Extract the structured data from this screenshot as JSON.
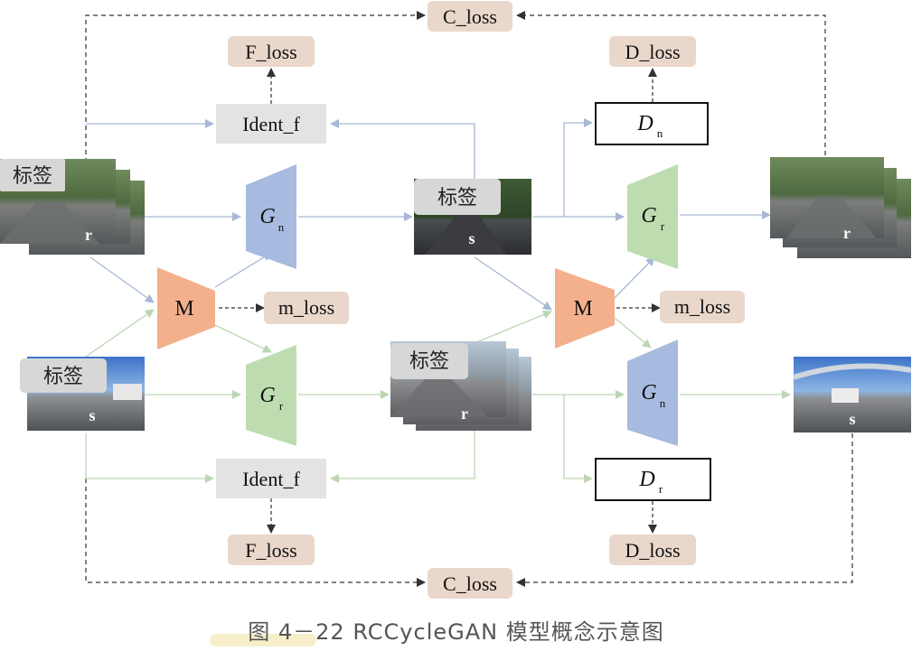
{
  "diagram": {
    "c_loss_top": "C_loss",
    "c_loss_bottom": "C_loss",
    "f_loss_top": "F_loss",
    "f_loss_bottom": "F_loss",
    "d_loss_top": "D_loss",
    "d_loss_bottom": "D_loss",
    "ident_top": "Ident_f",
    "ident_bottom": "Ident_f",
    "m_loss_left": "m_loss",
    "m_loss_right": "m_loss",
    "m_left": "M",
    "m_right": "M",
    "gen_n_top": {
      "main": "G",
      "sub": "n"
    },
    "gen_r_left": {
      "main": "G",
      "sub": "r"
    },
    "gen_r_right": {
      "main": "G",
      "sub": "r"
    },
    "gen_n_right": {
      "main": "G",
      "sub": "n"
    },
    "disc_n": {
      "main": "D",
      "sub": "n"
    },
    "disc_r": {
      "main": "D",
      "sub": "r"
    },
    "label_tag": "标签",
    "img_r_left": "r",
    "img_s_left": "s",
    "img_s_mid": "s",
    "img_r_mid": "r",
    "img_r_right": "r",
    "img_s_right": "s"
  },
  "caption": "图 4－22    RCCycleGAN 模型概念示意图",
  "colors": {
    "loss_box": "#ead7cc",
    "ident_box": "#e3e3e3",
    "gen_blue": "#a6bbdf",
    "gen_green": "#bddcb0",
    "mapper": "#f4b08c",
    "arrow_blue": "#a7b8d4",
    "arrow_green": "#bcd6b2",
    "dashed": "#333333"
  }
}
